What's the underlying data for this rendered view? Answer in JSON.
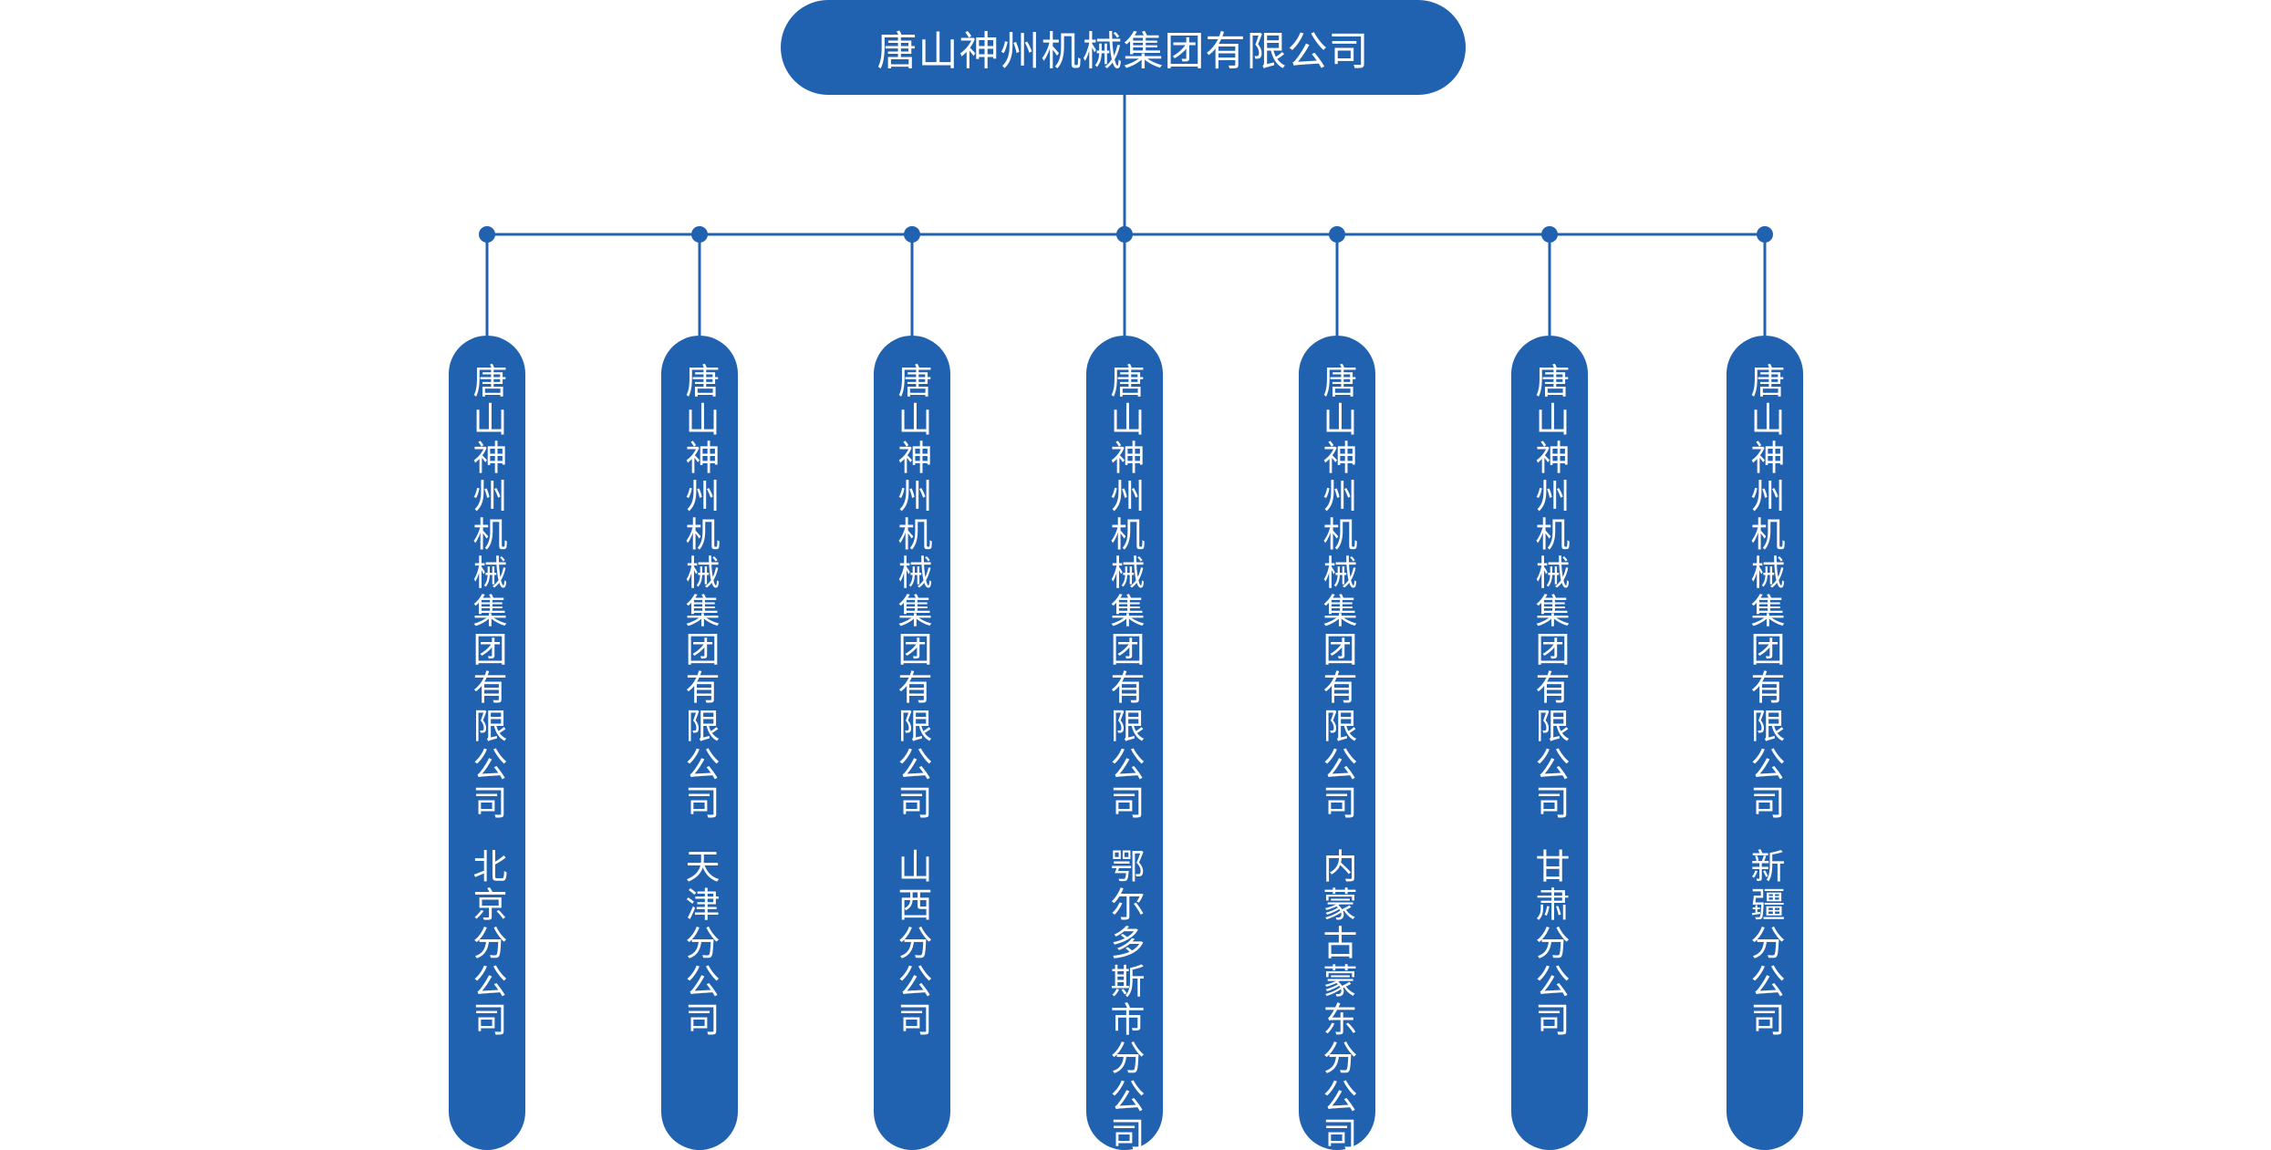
{
  "root": {
    "label": "唐山神州机械集团有限公司"
  },
  "branches": [
    {
      "company": "唐山神州机械集团有限公司",
      "division": "北京分公司"
    },
    {
      "company": "唐山神州机械集团有限公司",
      "division": "天津分公司"
    },
    {
      "company": "唐山神州机械集团有限公司",
      "division": "山西分公司"
    },
    {
      "company": "唐山神州机械集团有限公司",
      "division": "鄂尔多斯市分公司"
    },
    {
      "company": "唐山神州机械集团有限公司",
      "division": "内蒙古蒙东分公司"
    },
    {
      "company": "唐山神州机械集团有限公司",
      "division": "甘肃分公司"
    },
    {
      "company": "唐山神州机械集团有限公司",
      "division": "新疆分公司"
    }
  ],
  "colors": {
    "node_fill": "#2162b0",
    "connector": "#2162b0",
    "text": "#ffffff"
  }
}
